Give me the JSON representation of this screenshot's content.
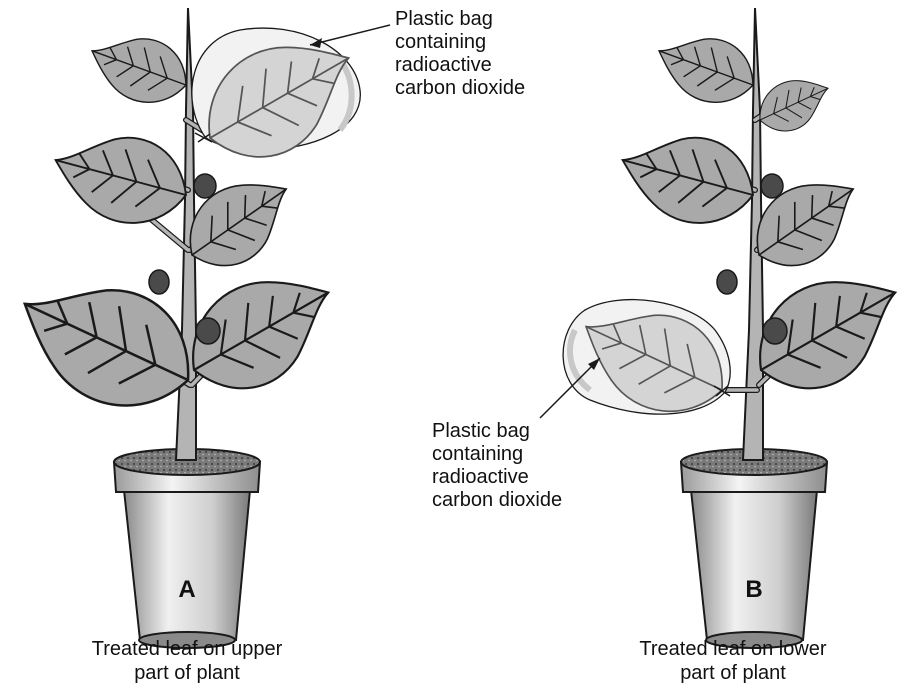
{
  "label_a": [
    "Plastic bag",
    "containing",
    "radioactive",
    "carbon dioxide"
  ],
  "label_b": [
    "Plastic bag",
    "containing",
    "radioactive",
    "carbon dioxide"
  ],
  "pot_a": "A",
  "pot_b": "B",
  "caption_a": [
    "Treated leaf on upper",
    "part of plant"
  ],
  "caption_b": [
    "Treated leaf on lower",
    "part of plant"
  ],
  "colors": {
    "leaf": "#a9a9a9",
    "leaf_bagged": "#d4d4d4",
    "stem": "#b4b4b4",
    "outline": "#1a1a1a",
    "soil": "#6e6e6e",
    "fruit": "#4a4a4a"
  }
}
